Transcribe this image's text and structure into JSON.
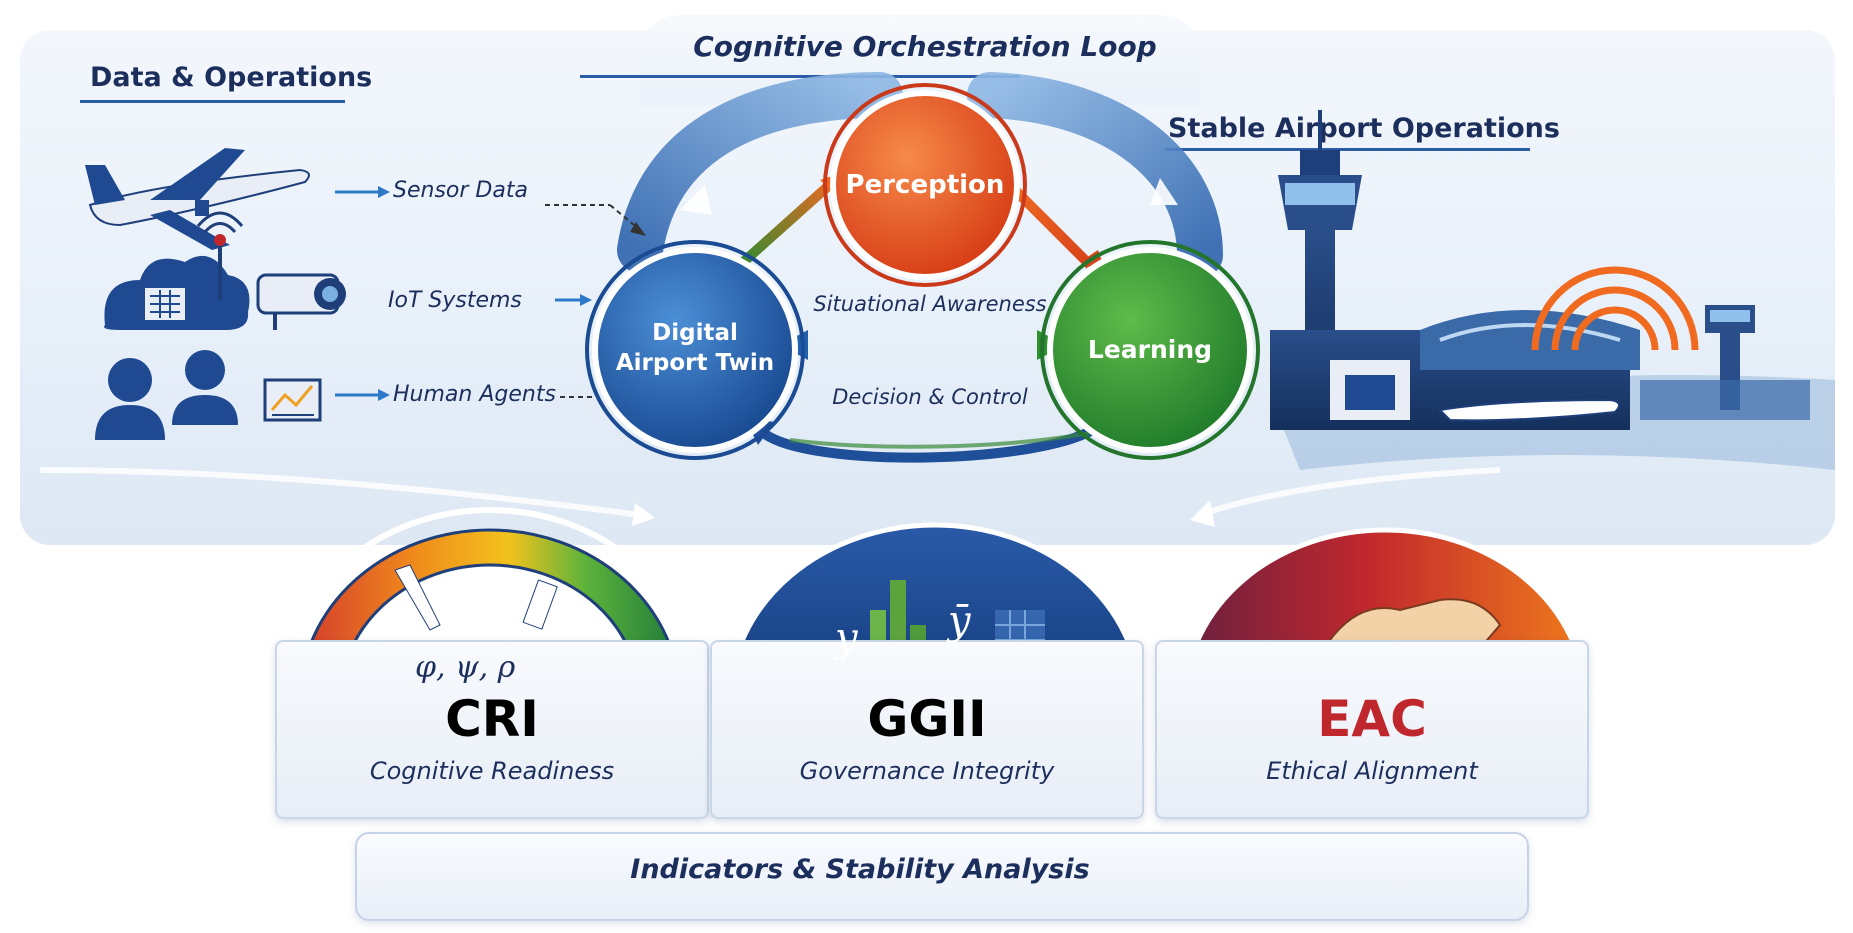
{
  "sections": {
    "left_title": "Data & Operations",
    "center_title": "Cognitive Orchestration Loop",
    "right_title": "Stable Airport Operations"
  },
  "sources": [
    {
      "label": "Sensor Data",
      "icon": "airplane-icon"
    },
    {
      "label": "IoT Systems",
      "icon": "cloud-camera-icon"
    },
    {
      "label": "Human Agents",
      "icon": "people-icon"
    }
  ],
  "loop": {
    "perception": "Perception",
    "twin_line1": "Digital",
    "twin_line2": "Airport Twin",
    "learning": "Learning",
    "awareness": "Situational Awareness",
    "decision": "Decision & Control"
  },
  "indicators": [
    {
      "code": "CRI",
      "name": "Cognitive Readiness",
      "symbols": "φ, ψ, ρ",
      "code_color": "#1c2e5c"
    },
    {
      "code": "GGII",
      "name": "Governance Integrity",
      "symbols_left": "y",
      "symbols_right": "ȳ",
      "code_color": "#1c2e5c"
    },
    {
      "code": "EAC",
      "name": "Ethical Alignment",
      "code_color": "#c0272d"
    }
  ],
  "footer": {
    "label": "Indicators & Stability Analysis"
  },
  "colors": {
    "navy": "#1c2e5c",
    "perception": "#e84a1c",
    "twin": "#1f5fae",
    "learning": "#2e8f2e",
    "eac_red": "#c0272d"
  }
}
